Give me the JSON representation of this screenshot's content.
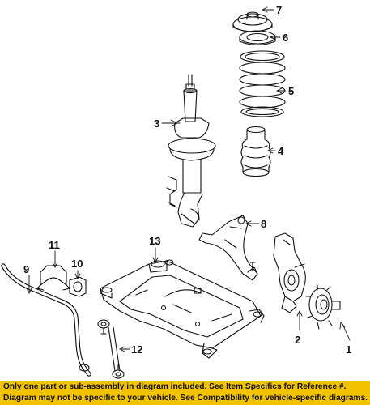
{
  "callouts": [
    {
      "id": "1",
      "label": "1"
    },
    {
      "id": "2",
      "label": "2"
    },
    {
      "id": "3",
      "label": "3"
    },
    {
      "id": "4",
      "label": "4"
    },
    {
      "id": "5",
      "label": "5"
    },
    {
      "id": "6",
      "label": "6"
    },
    {
      "id": "7",
      "label": "7"
    },
    {
      "id": "8",
      "label": "8"
    },
    {
      "id": "9",
      "label": "9"
    },
    {
      "id": "10",
      "label": "10"
    },
    {
      "id": "11",
      "label": "11"
    },
    {
      "id": "12",
      "label": "12"
    },
    {
      "id": "13",
      "label": "13"
    }
  ],
  "banner": {
    "line1": "Only one part or sub-assembly in diagram included. See Item Specifics for Reference #.",
    "line2": "Diagram may not be specific to your vehicle. See Compatibility for vehicle-specific diagrams.",
    "background": "#f2c300"
  }
}
